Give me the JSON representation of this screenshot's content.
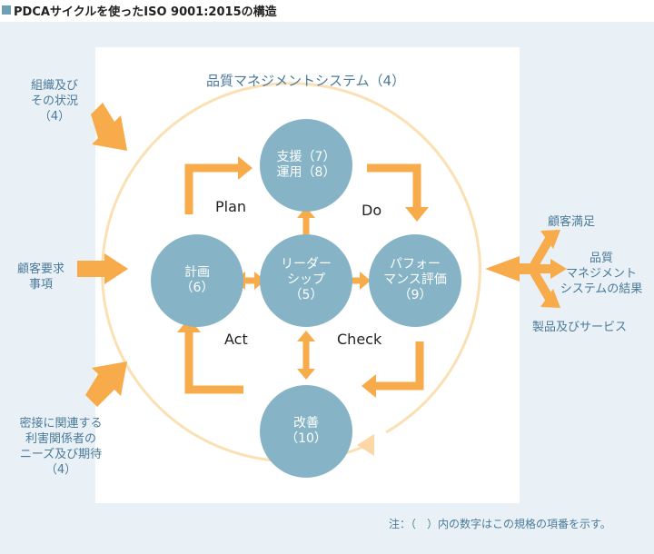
{
  "header": {
    "title": "PDCAサイクルを使ったISO 9001:2015の構造"
  },
  "system": {
    "title": "品質マネジメントシステム（4）"
  },
  "nodes": {
    "support": {
      "line1": "支援（7）",
      "line2": "運用（8）"
    },
    "plan_node": {
      "line1": "計画",
      "line2": "（6）"
    },
    "leadership": {
      "line1": "リーダー",
      "line2": "シップ",
      "line3": "（5）"
    },
    "performance": {
      "line1": "パフォー",
      "line2": "マンス評価",
      "line3": "（9）"
    },
    "improvement": {
      "line1": "改善",
      "line2": "（10）"
    }
  },
  "cycle": {
    "plan": "Plan",
    "do": "Do",
    "check": "Check",
    "act": "Act"
  },
  "inputs": {
    "context": {
      "line1": "組織及び",
      "line2": "その状況",
      "line3": "（4）"
    },
    "customer_req": {
      "line1": "顧客要求",
      "line2": "事項"
    },
    "interested": {
      "line1": "密接に関連する",
      "line2": "利害関係者の",
      "line3": "ニーズ及び期待",
      "line4": "（4）"
    }
  },
  "outputs": {
    "satisfaction": "顧客満足",
    "qms": {
      "line1": "品質",
      "line2": "マネジメント",
      "line3": "システムの結果"
    },
    "products": "製品及びサービス"
  },
  "note": "注：（　）内の数字はこの規格の項番を示す。",
  "colors": {
    "arrow": "#f7ab4a",
    "arrow_light": "#fbd8a6",
    "circle": "#86b4c6",
    "ring": "#fbe0b4",
    "label": "#4a7a99",
    "background": "#e9f1f6"
  }
}
